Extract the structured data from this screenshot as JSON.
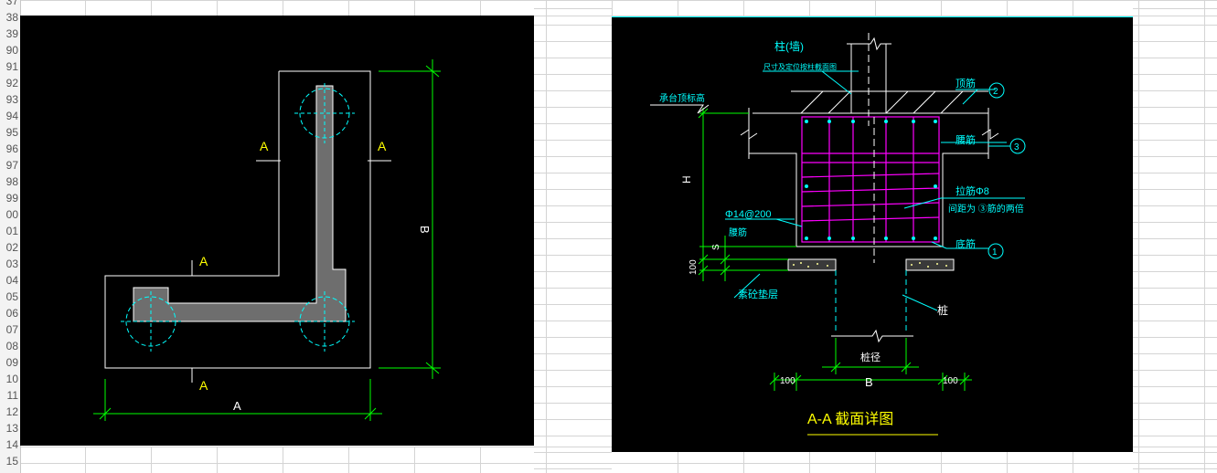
{
  "spreadsheet": {
    "row_numbers": [
      "37",
      "38",
      "39",
      "90",
      "91",
      "92",
      "93",
      "94",
      "95",
      "96",
      "97",
      "98",
      "99",
      "00",
      "01",
      "02",
      "03",
      "04",
      "05",
      "06",
      "07",
      "08",
      "09",
      "10",
      "11",
      "12",
      "13",
      "14",
      "15"
    ]
  },
  "colors": {
    "cad_background": "#000000",
    "outline": "#ffffff",
    "dimension": "#00ff00",
    "section_mark": "#ffff00",
    "pile_circle": "#00ffff",
    "beam_fill": "#6e6e6e",
    "rebar": "#ff00ff",
    "annotation": "#00ffff"
  },
  "plan_view": {
    "section_labels": [
      "A",
      "A",
      "A",
      "A"
    ],
    "dim_width": "A",
    "dim_height": "B"
  },
  "section_view": {
    "column_label": "柱(墙)",
    "column_note": "尺寸及定位按柱截面图",
    "top_elevation": "承台顶标高",
    "top_bar": "顶筋",
    "waist_bar": "腰筋",
    "tie_bar": "拉筋Φ8",
    "tie_spacing": "间距为 ③筋的两倍",
    "bottom_bar": "底筋",
    "waist_bar_spec": "Φ14@200",
    "waist_bar_label": "腰筋",
    "height_label": "H",
    "cover_label": "S",
    "pad_thickness": "100",
    "pad_label": "素砼垫层",
    "pile_label": "桩",
    "pile_diameter": "桩径",
    "bottom_dims": [
      "100",
      "B",
      "100"
    ],
    "callouts": [
      "2",
      "3",
      "1"
    ],
    "title": "A-A 截面详图"
  }
}
